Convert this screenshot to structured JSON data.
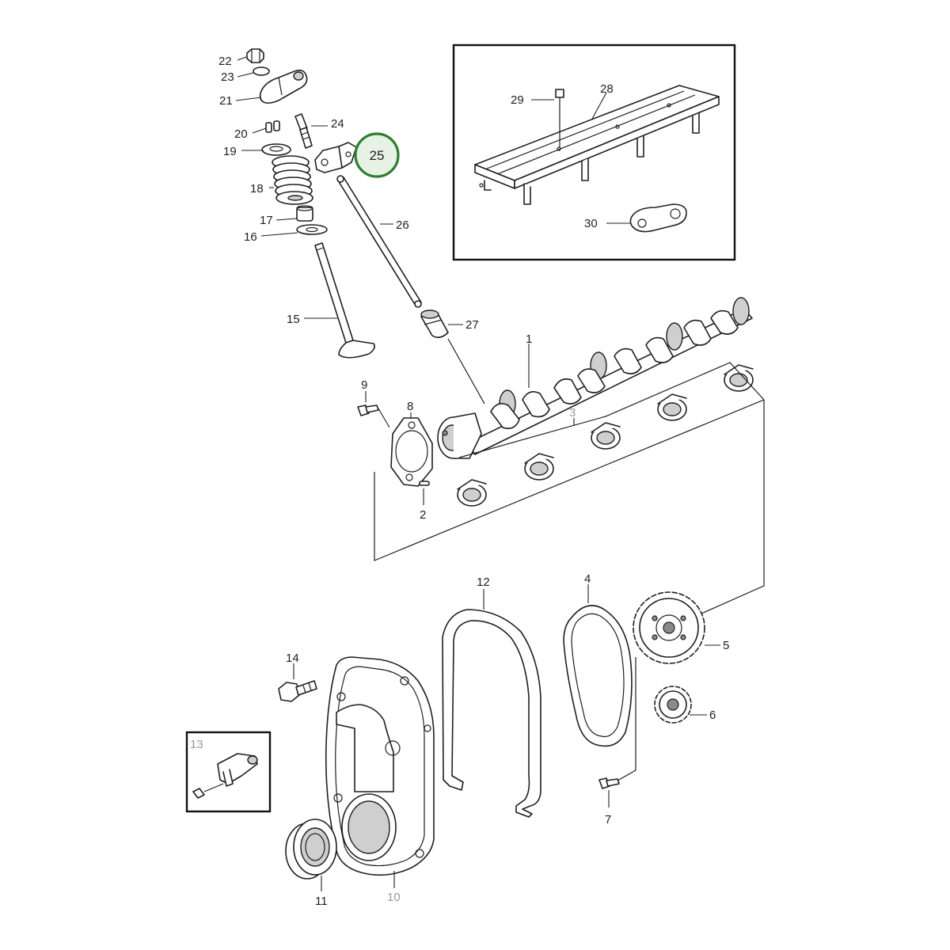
{
  "diagram": {
    "highlight": {
      "label": "25",
      "ring_color": "#2e7d32",
      "fill_color": "#e6f2e3"
    },
    "callouts": {
      "p1": "1",
      "p2": "2",
      "p3": "3",
      "p4": "4",
      "p5": "5",
      "p6": "6",
      "p7": "7",
      "p8": "8",
      "p9": "9",
      "p10": "10",
      "p11": "11",
      "p12": "12",
      "p13": "13",
      "p14": "14",
      "p15": "15",
      "p16": "16",
      "p17": "17",
      "p18": "18",
      "p19": "19",
      "p20": "20",
      "p21": "21",
      "p22": "22",
      "p23": "23",
      "p24": "24",
      "p26": "26",
      "p27": "27",
      "p28": "28",
      "p29": "29",
      "p30": "30"
    }
  }
}
